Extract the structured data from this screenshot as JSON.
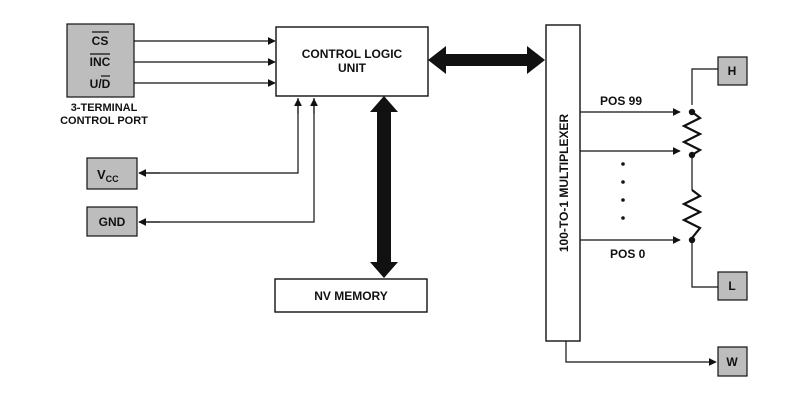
{
  "control_port": {
    "pins": [
      "CS",
      "INC",
      "U/D"
    ],
    "label_line1": "3-TERMINAL",
    "label_line2": "CONTROL PORT"
  },
  "control_logic": {
    "line1": "CONTROL LOGIC",
    "line2": "UNIT"
  },
  "nv_memory": {
    "label": "NV MEMORY"
  },
  "multiplexer": {
    "label": "100-TO-1 MULTIPLEXER"
  },
  "vcc": {
    "main": "V",
    "sub": "CC"
  },
  "gnd": {
    "label": "GND"
  },
  "terminals": {
    "h": "H",
    "l": "L",
    "w": "W"
  },
  "positions": {
    "top": "POS 99",
    "bottom": "POS 0"
  }
}
